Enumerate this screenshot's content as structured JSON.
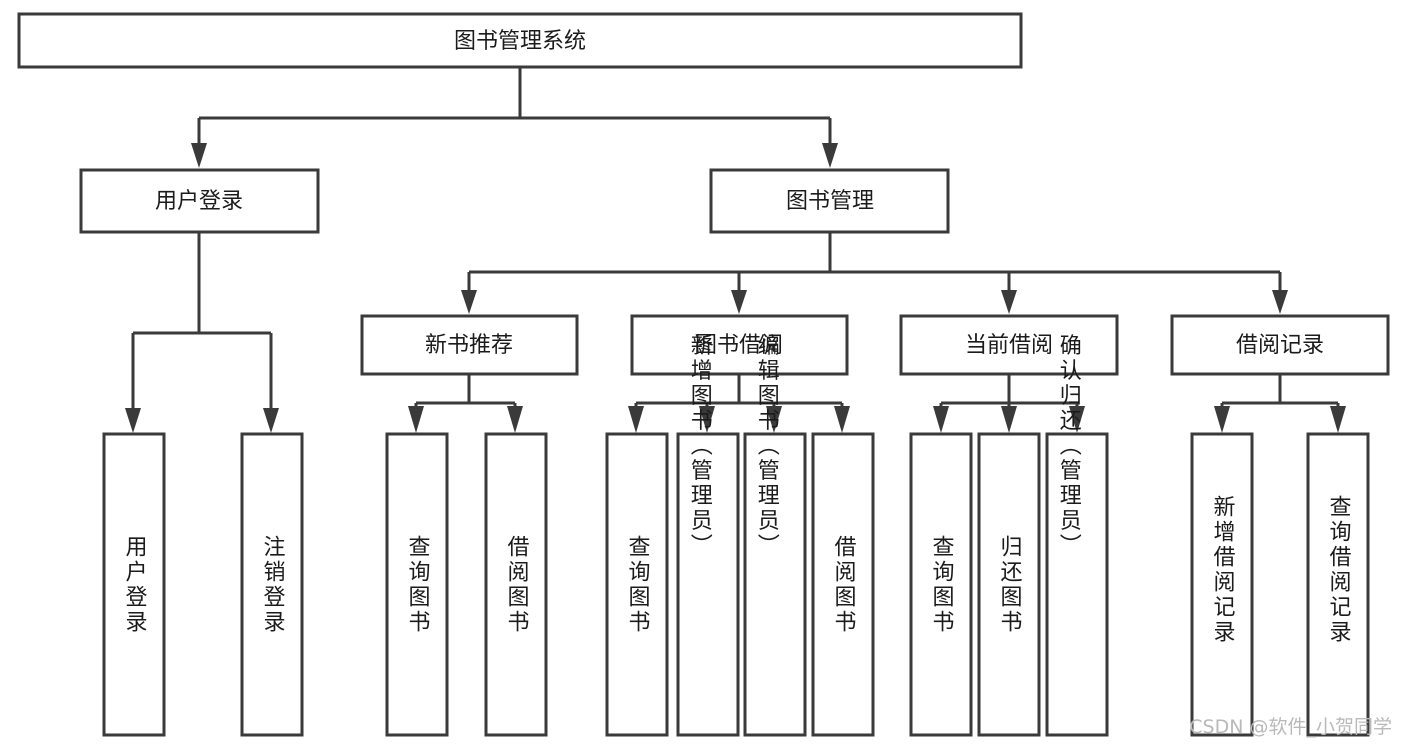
{
  "diagram": {
    "type": "tree",
    "title": "图书管理系统",
    "orientation": "top-down",
    "style": {
      "box_fill": "#ffffff",
      "box_stroke": "#3a3a3a",
      "text_color": "#1b1b1b",
      "watermark_color": "#b9b9b9",
      "background": "#ffffff"
    },
    "root": {
      "label": "图书管理系统"
    },
    "level1": [
      {
        "label": "用户登录"
      },
      {
        "label": "图书管理"
      }
    ],
    "level2": [
      {
        "label": "新书推荐"
      },
      {
        "label": "图书借阅"
      },
      {
        "label": "当前借阅"
      },
      {
        "label": "借阅记录"
      }
    ],
    "leaves": {
      "user_login": [
        {
          "label": "用户登录"
        },
        {
          "label": "注销登录"
        }
      ],
      "new_book_recommend": [
        {
          "label": "查询图书"
        },
        {
          "label": "借阅图书"
        }
      ],
      "book_borrow": [
        {
          "label": "查询图书"
        },
        {
          "label": "新增图书（管理员）"
        },
        {
          "label": "编辑图书（管理员）"
        },
        {
          "label": "借阅图书"
        }
      ],
      "current_borrow": [
        {
          "label": "查询图书"
        },
        {
          "label": "归还图书"
        },
        {
          "label": "确认归还（管理员）"
        }
      ],
      "borrow_record": [
        {
          "label": "新增借阅记录"
        },
        {
          "label": "查询借阅记录"
        }
      ]
    },
    "watermark": "CSDN @软件_小贺同学"
  }
}
